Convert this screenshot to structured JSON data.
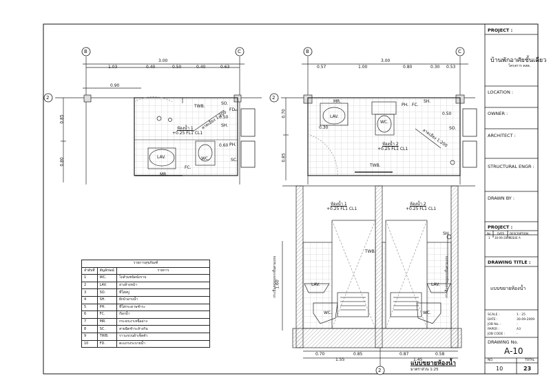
{
  "title_block": {
    "project_label": "PROJECT :",
    "project_name": "บ้านพักอาศัยชั้นเดียว",
    "project_sub": "โครงการ คสล.",
    "location_label": "LOCATION :",
    "owner_label": "OWNER :",
    "architect_label": "ARCHITECT :",
    "structural_label": "STRUCTURAL ENGR :",
    "drawn_label": "DRAWN BY :",
    "rev_project_label": "PROJECT :",
    "rev_headers": [
      "No.",
      "DATE",
      "DESCRIPTION"
    ],
    "rev_row": [
      "1",
      "30-09-2009",
      "ISSUE A"
    ],
    "drawing_title_label": "DRAWING TITLE :",
    "drawing_title": "แบบขยายห้องน้ำ",
    "scale_label": "SCALE :",
    "scale_value": "1 : 25",
    "date_label": "DATE :",
    "date_value": "30-09-2009",
    "job_label": "JOB No. :",
    "job_value": "-",
    "paper_label": "PAPER :",
    "paper_value": "A3",
    "jobcode_label": "JOB CODE :",
    "jobcode_value": "-",
    "drawing_no_label": "DRAWING No.",
    "drawing_no": "A-10",
    "no_label": "NO.",
    "total_label": "TOTAL",
    "sheet_no": "10",
    "sheet_total": "23"
  },
  "grid": {
    "b": "B",
    "c": "C",
    "two": "2"
  },
  "plan_left": {
    "dims_top_total": "3.00",
    "dims_top": [
      "1.03",
      "0.40",
      "0.50",
      "0.40",
      "0.63"
    ],
    "dim_inner": "0.90",
    "dims_left": [
      "0.85",
      "0.80"
    ],
    "dims_right": [
      "0.60",
      "0.50"
    ],
    "labels": {
      "twb": "TWB.",
      "so": "SO.",
      "fd": "FD.",
      "sh": "SH.",
      "ph": "PH.",
      "sc": "SC.",
      "lav": "LAV.",
      "fc": "FC.",
      "mr": "MR.",
      "wc": "WC."
    },
    "room_label": "ห้องน้ำ 1",
    "room_level": "+0.25 FL1 CL1",
    "slope": "ลาดเอียง 1:200"
  },
  "plan_right": {
    "dims_top_total": "3.00",
    "dims_top": [
      "0.57",
      "1.00",
      "0.80",
      "0.30",
      "0.53"
    ],
    "dims_left": [
      "0.70",
      "0.85"
    ],
    "dims_right": [
      "0.50",
      "0.30"
    ],
    "labels": {
      "mr": "MR.",
      "lav": "LAV.",
      "wc": "WC.",
      "ph": "PH.",
      "fc": "FC.",
      "sh": "SH.",
      "so": "SO.",
      "twb": "TWB."
    },
    "room_label": "ห้องน้ำ 2",
    "room_level": "+0.25 FL1 CL1",
    "slope": "ลาดเอียง 1:200"
  },
  "elevation": {
    "room1": "ห้องน้ำ 1",
    "room1_level": "+0.25 FL1 CL1",
    "room2": "ห้องน้ำ 2",
    "room2_level": "+0.25 FL1 CL1",
    "labels": {
      "sh": "SH.",
      "twb": "TWB.",
      "lav_l": "LAV.",
      "lav_r": "LAV.",
      "wc_l": "WC.",
      "wc_r": "WC."
    },
    "height_dim": "1.60",
    "dims_bottom_1": [
      "0.70",
      "0.85",
      "0.87",
      "0.58"
    ],
    "dims_bottom_2": [
      "1.55",
      "1.45"
    ],
    "tile_note": "กระเบื้องผนังสูงจากพื้นตามแบบ"
  },
  "legend": {
    "title": "รายการสุขภัณฑ์",
    "headers": [
      "ลำดับที่",
      "สัญลักษณ์",
      "รายการ"
    ],
    "rows": [
      [
        "1",
        "WC.",
        "โถส้วมชนิดนั่งราบ"
      ],
      [
        "2",
        "LAV.",
        "อ่างล้างหน้า"
      ],
      [
        "3",
        "SO.",
        "ที่ใส่สบู่"
      ],
      [
        "4",
        "SH.",
        "ฝักบัวอาบน้ำ"
      ],
      [
        "5",
        "PH.",
        "ที่ใส่กระดาษชำระ"
      ],
      [
        "6",
        "FC.",
        "ก๊อกน้ำ"
      ],
      [
        "7",
        "MR.",
        "กระจกเงาเหนืออ่าง"
      ],
      [
        "8",
        "SC.",
        "สายฉีดชำระล้างก้น"
      ],
      [
        "9",
        "TWB.",
        "ราวแขวนผ้าเช็ดตัว"
      ],
      [
        "10",
        "FD.",
        "ตะแกรงระบายน้ำ"
      ]
    ]
  },
  "caption": {
    "title": "แบบขยายห้องน้ำ",
    "scale": "มาตราส่วน 1:25"
  }
}
